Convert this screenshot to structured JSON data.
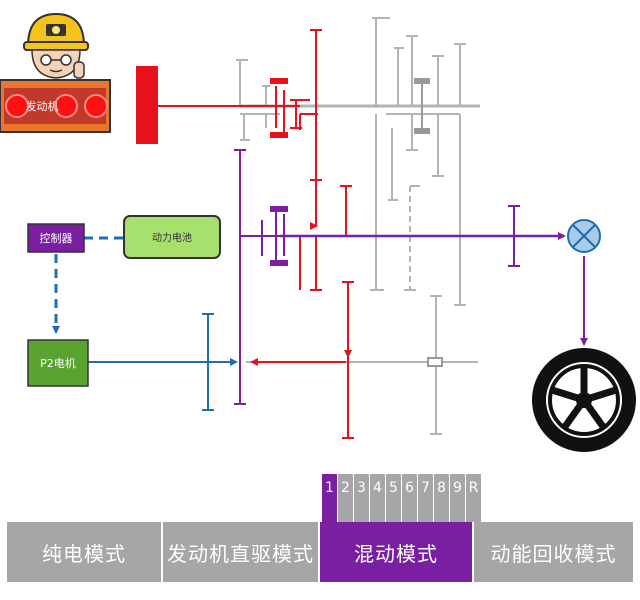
{
  "components": {
    "engine_label": "发动机",
    "controller_label": "控制器",
    "battery_label": "动力电池",
    "motor_label": "P2电机"
  },
  "gears": {
    "items": [
      "1",
      "2",
      "3",
      "4",
      "5",
      "6",
      "7",
      "8",
      "9",
      "R"
    ],
    "active": "1"
  },
  "modes": {
    "items": [
      "纯电模式",
      "发动机直驱模式",
      "混动模式",
      "动能回收模式"
    ],
    "active": "混动模式"
  },
  "colors": {
    "engine_path": "#e8101a",
    "battery_path": "#7a1fa2",
    "motor_path": "#1f6eb5",
    "inactive_gear": "#b3b3b3",
    "engine_box": "#e8762c",
    "motor_box": "#5aa332",
    "active_tab": "#7a1fa2",
    "inactive_tab": "#a6a6a6"
  }
}
